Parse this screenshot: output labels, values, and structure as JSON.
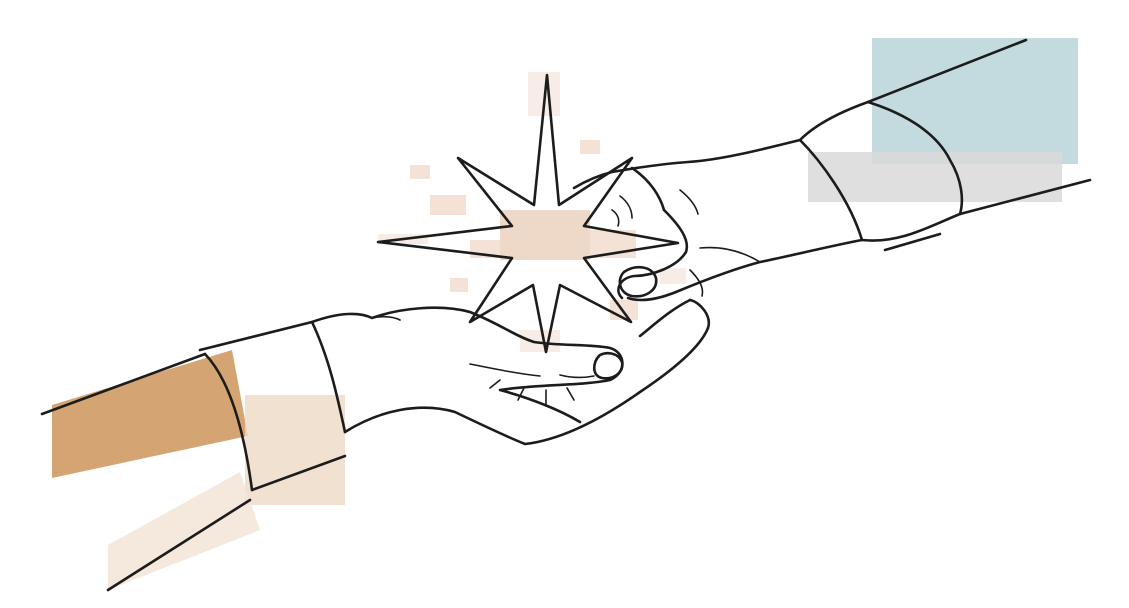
{
  "colors": {
    "background": "#ffffff",
    "outline": "#1c1c1c",
    "star_fill": "#f2e4d8",
    "star_glow": "#e8cdb8",
    "left_sleeve": "#d2a06c",
    "left_cuff_tint": "#eed9c4",
    "right_sleeve": "#b9d5d8",
    "right_cuff_tint": "#d9d9d9"
  },
  "icons": {
    "star": "eight-point-star",
    "giving_hand": "open-palm-hand",
    "receiving_hand": "reaching-hand"
  }
}
